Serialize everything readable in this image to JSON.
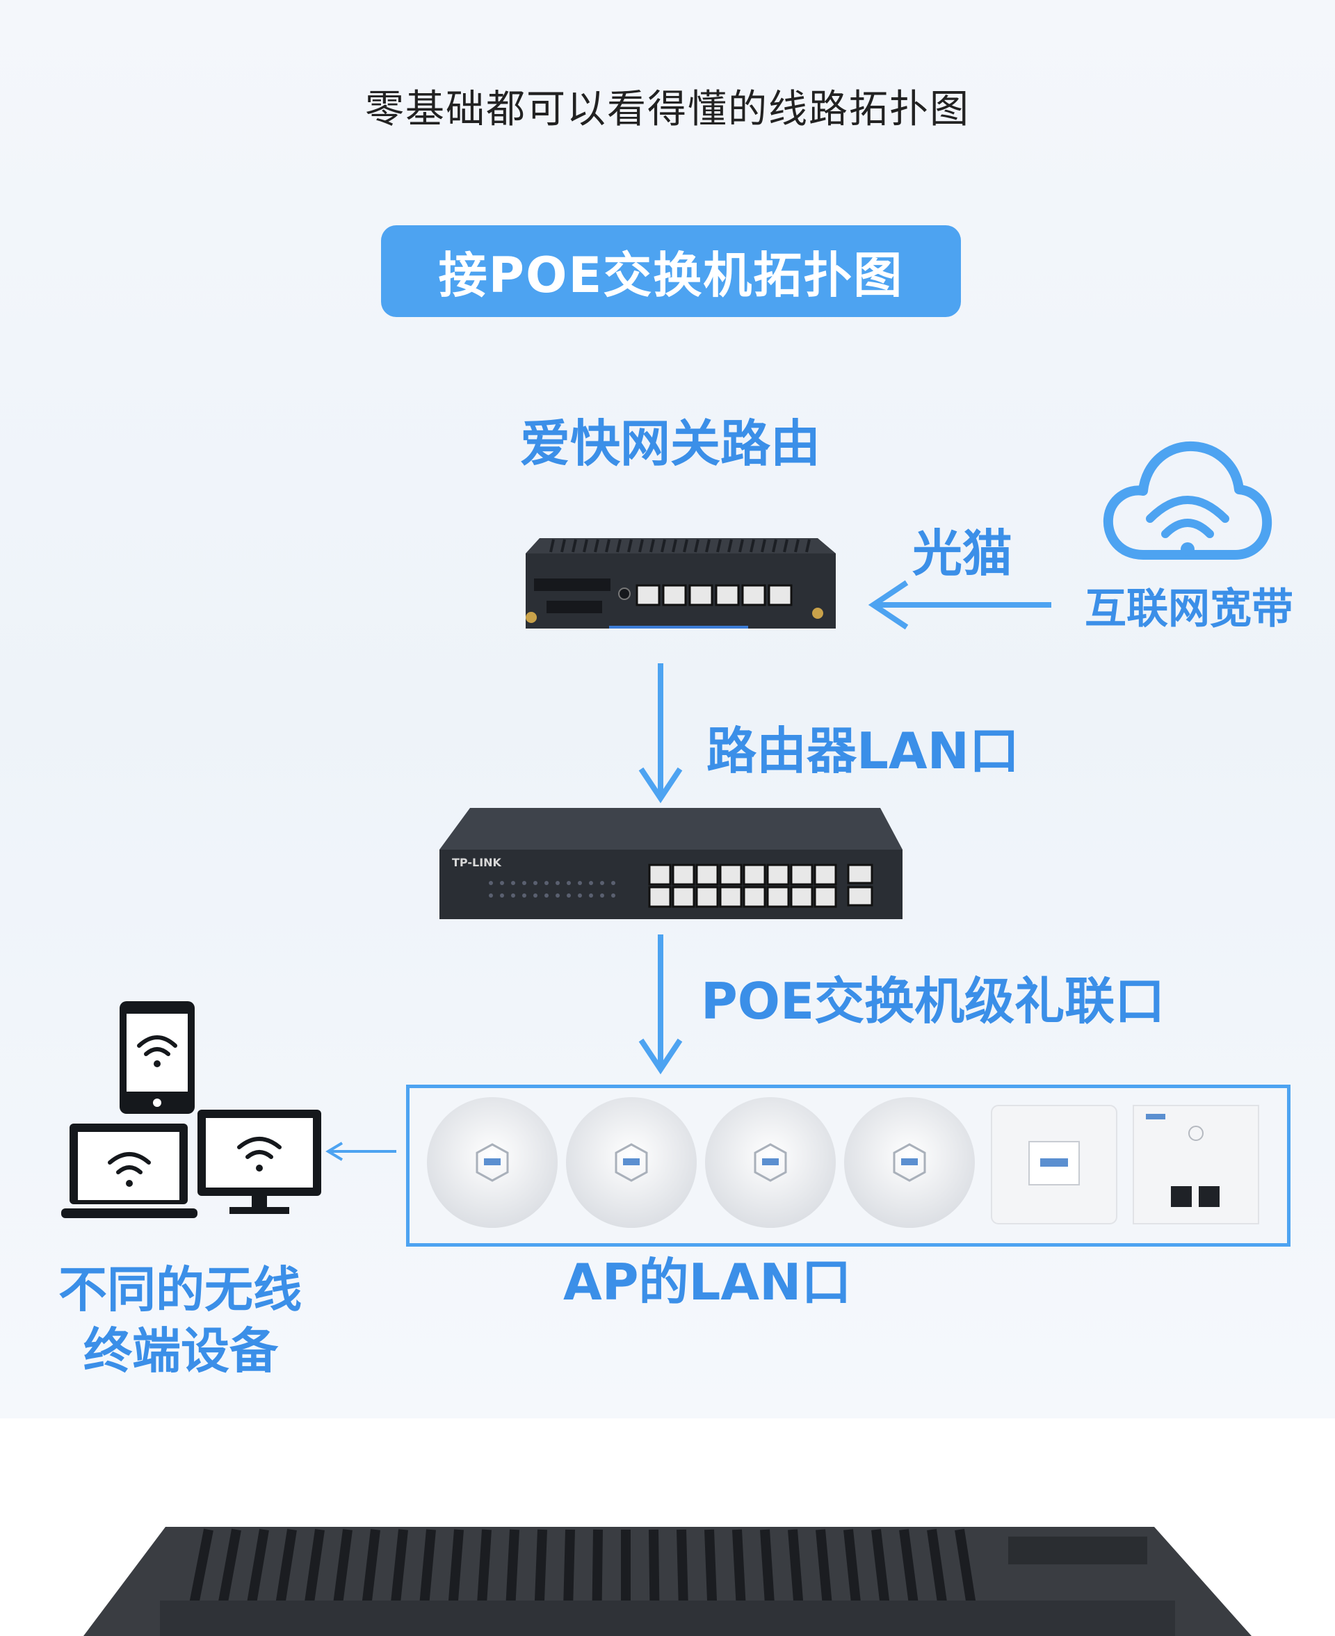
{
  "intro_text": "零基础都可以看得懂的线路拓扑图",
  "title_pill": "接POE交换机拓扑图",
  "labels": {
    "router": "爱快网关路由",
    "modem": "光猫",
    "internet": "互联网宽带",
    "router_lan": "路由器LAN口",
    "poe_cascade": "POE交换机级礼联口",
    "ap_lan": "AP的LAN口",
    "terminals_line1": "不同的无线",
    "terminals_line2": "终端设备"
  },
  "switch_brand": "TP-LINK",
  "colors": {
    "accent": "#4da3f1",
    "label_blue": "#3b8fe8",
    "device_dark": "#2b2f35"
  },
  "icons": [
    "cloud-wifi-icon",
    "phone-wifi-icon",
    "laptop-wifi-icon",
    "monitor-wifi-icon"
  ]
}
